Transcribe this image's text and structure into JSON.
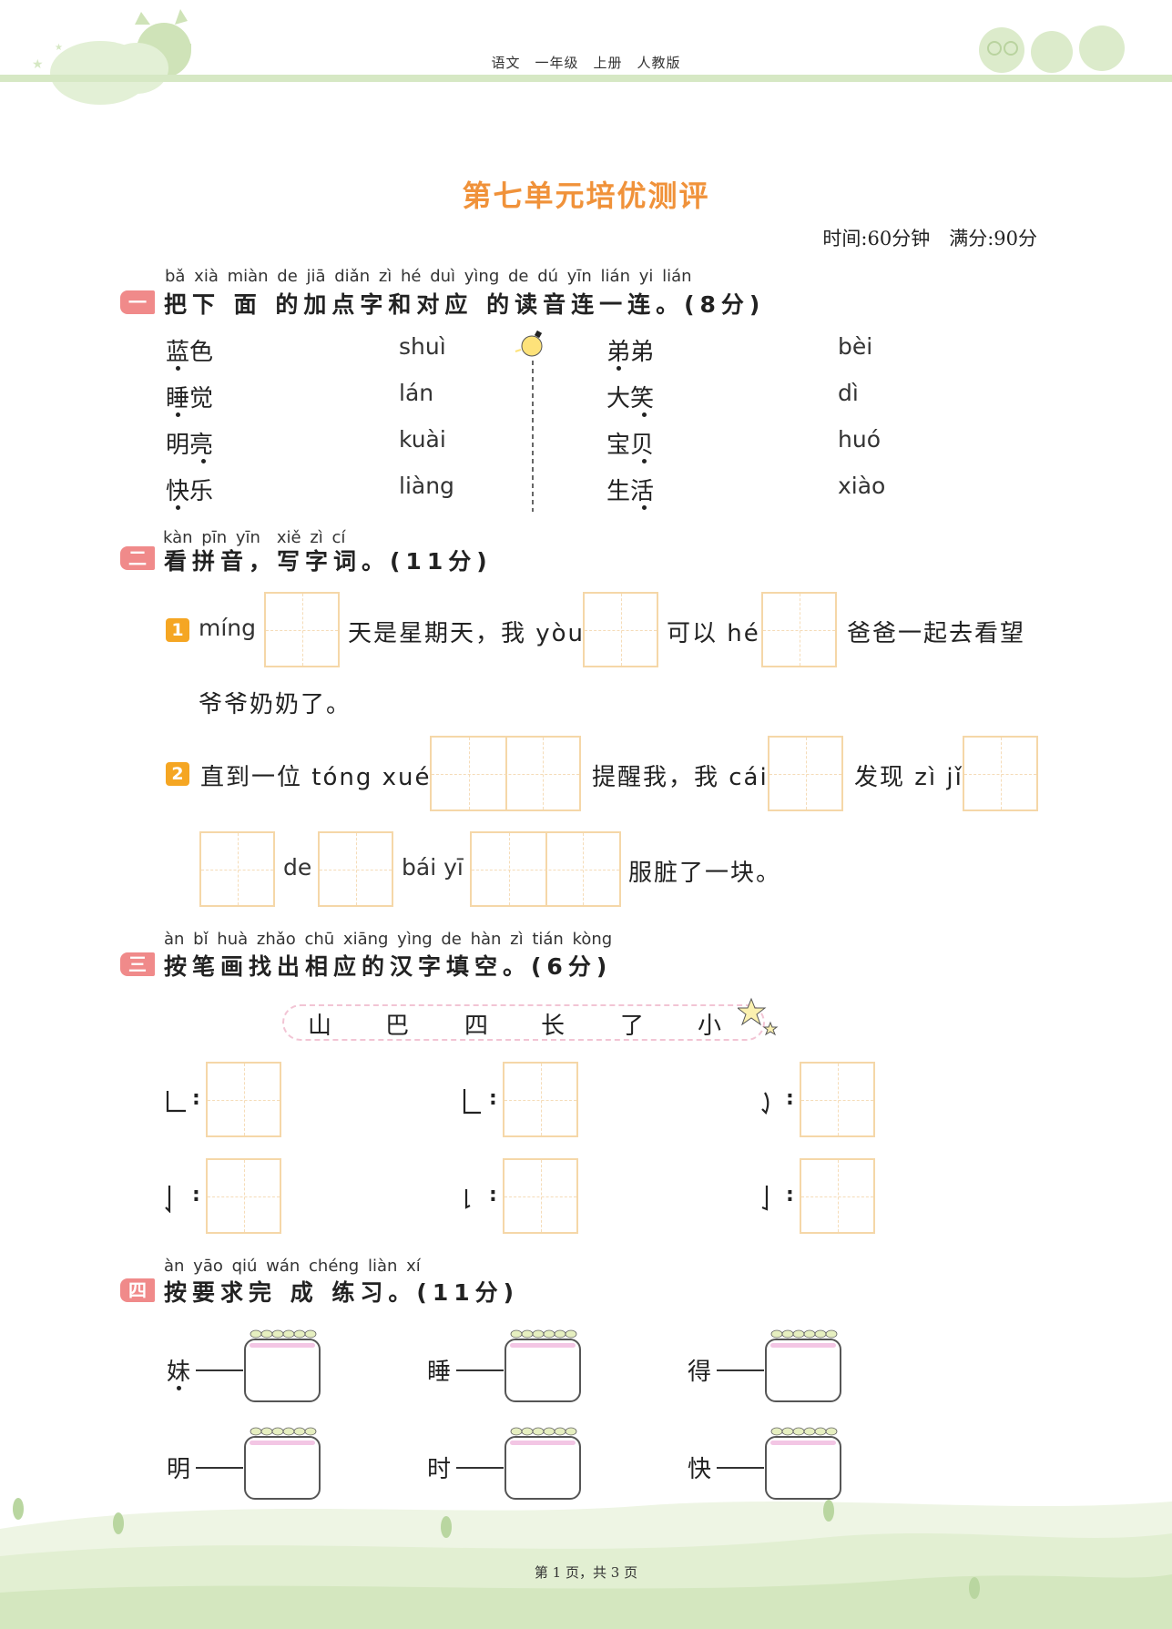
{
  "header": {
    "title": "语文　一年级　上册　人教版"
  },
  "title": "第七单元培优测评",
  "meta": "时间:60分钟　满分:90分",
  "colors": {
    "accent": "#f0923a",
    "badge": "#f08a8a",
    "grid": "#f5d7a8",
    "green": "#d6e8c4"
  },
  "sec1": {
    "num": "一",
    "pinyin": "bǎ xià miàn de jiā diǎn zì hé duì yìng de dú yīn lián yi lián",
    "title": "把下 面 的加点字和对应 的读音连一连。(8分)",
    "left": [
      {
        "word": "蓝色",
        "dot": 0,
        "pinyin": "shuì"
      },
      {
        "word": "睡觉",
        "dot": 0,
        "pinyin": "lán"
      },
      {
        "word": "明亮",
        "dot": 1,
        "pinyin": "kuài"
      },
      {
        "word": "快乐",
        "dot": 0,
        "pinyin": "liàng"
      }
    ],
    "right": [
      {
        "word": "弟弟",
        "dot": 0,
        "pinyin": "bèi"
      },
      {
        "word": "大笑",
        "dot": 1,
        "pinyin": "dì"
      },
      {
        "word": "宝贝",
        "dot": 1,
        "pinyin": "huó"
      },
      {
        "word": "生活",
        "dot": 1,
        "pinyin": "xiào"
      }
    ]
  },
  "sec2": {
    "num": "二",
    "pinyin": "kàn pīn yīn　xiě zì cí",
    "title": "看拼音，写字词。(11分)",
    "q1": {
      "n": "1",
      "t1": "míng",
      "t2": "天是星期天，我 yòu",
      "t3": "可以 hé",
      "t4": "爸爸一起去看望",
      "t5": "爷爷奶奶了。"
    },
    "q2": {
      "n": "2",
      "t1": "直到一位 tóng xué",
      "t2": "提醒我，我 cái",
      "t3": "发现 zì jǐ",
      "t4": "de",
      "t5": "bái yī",
      "t6": "服脏了一块。"
    }
  },
  "sec3": {
    "num": "三",
    "pinyin": "àn bǐ huà zhǎo chū xiāng yìng de hàn zì tián kòng",
    "title": "按笔画找出相应的汉字填空。(6分)",
    "chars": [
      "山",
      "巴",
      "四",
      "长",
      "了",
      "小"
    ],
    "strokes": [
      "shuzhe-stroke",
      "shuwan-stroke",
      "wangou-stroke",
      "shugou-left-stroke",
      "shuti-stroke",
      "shugou-stroke"
    ]
  },
  "sec4": {
    "num": "四",
    "pinyin": "àn yāo qiú wán chéng liàn xí",
    "title": "按要求完 成 练习。(11分)",
    "chars": [
      {
        "c": "妹",
        "dot": true
      },
      {
        "c": "睡",
        "dot": false
      },
      {
        "c": "得",
        "dot": false
      },
      {
        "c": "明",
        "dot": false
      },
      {
        "c": "时",
        "dot": false
      },
      {
        "c": "快",
        "dot": false
      }
    ]
  },
  "footer": {
    "page": "第 1 页，共 3 页"
  }
}
